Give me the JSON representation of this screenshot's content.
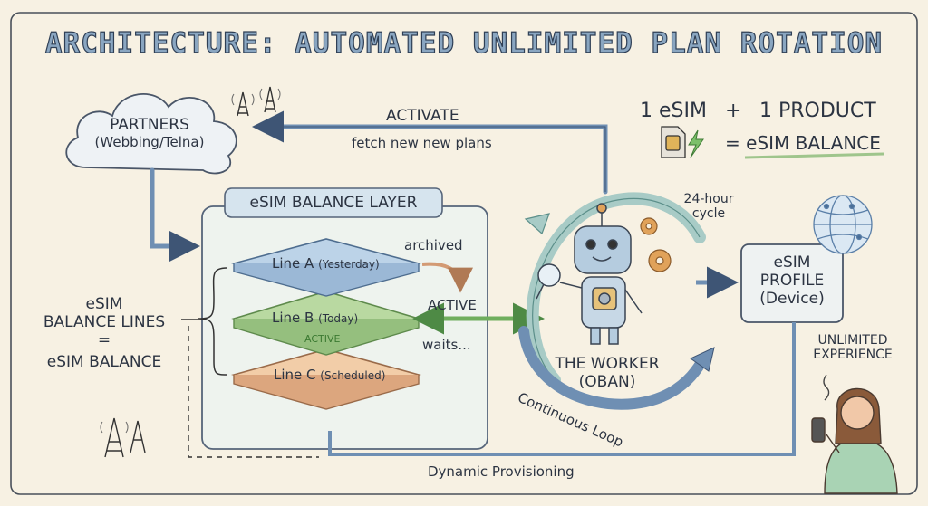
{
  "title": "ARCHITECTURE: AUTOMATED UNLIMITED PLAN ROTATION",
  "partners": {
    "line1": "PARTNERS",
    "line2": "(Webbing/Telna)"
  },
  "top_flow": {
    "activate": "ACTIVATE",
    "fetch": "fetch new new plans"
  },
  "legend": {
    "esim": "1 eSIM",
    "plus": "+",
    "product": "1 PRODUCT",
    "result": "= eSIM BALANCE"
  },
  "balance_layer": {
    "label": "eSIM BALANCE LAYER",
    "lines": [
      {
        "name": "Line A",
        "tag": "(Yesterday)",
        "status": ""
      },
      {
        "name": "Line B",
        "tag": "(Today)",
        "status": "ACTIVE"
      },
      {
        "name": "Line C",
        "tag": "(Scheduled)",
        "status": ""
      }
    ],
    "archived": "archived",
    "active": "ACTIVE",
    "waits": "waits..."
  },
  "left_label": {
    "line1": "eSIM",
    "line2": "BALANCE LINES",
    "eq": "=",
    "line3": "eSIM BALANCE"
  },
  "worker": {
    "line1": "THE WORKER",
    "line2": "(OBAN)",
    "cycle1": "24-hour",
    "cycle2": "cycle",
    "loop": "Continuous Loop"
  },
  "profile": {
    "line1": "eSIM",
    "line2": "PROFILE",
    "line3": "(Device)"
  },
  "user": {
    "line1": "UNLIMITED",
    "line2": "EXPERIENCE"
  },
  "bottom": {
    "label": "Dynamic Provisioning"
  },
  "colors": {
    "paper": "#f7f1e3",
    "ink": "#2c3442",
    "arrow_blue": "#6f8fb3",
    "green": "#9fc58c",
    "blue_line": "#a9c3dc",
    "peach": "#e8b892",
    "teal_loop": "#8fb9b3"
  }
}
